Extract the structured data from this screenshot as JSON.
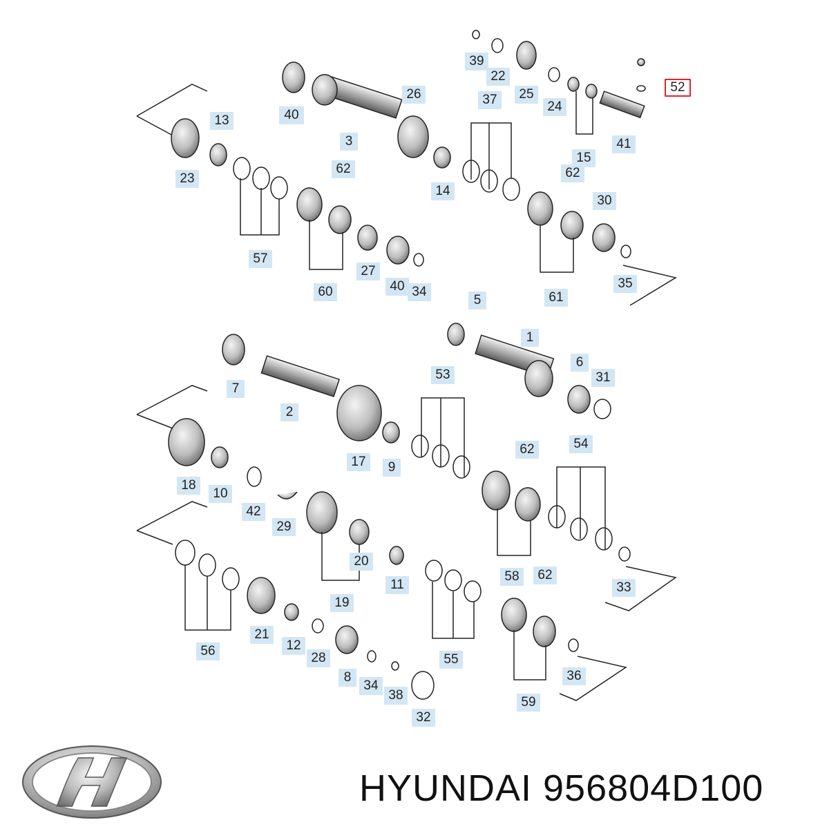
{
  "callouts": {
    "c39": "39",
    "c22": "22",
    "c25": "25",
    "c24": "24",
    "c52": "52",
    "c40a": "40",
    "c3": "3",
    "c26": "26",
    "c37": "37",
    "c41": "41",
    "c15": "15",
    "c13": "13",
    "c23": "23",
    "c62a": "62",
    "c14": "14",
    "c62b": "62",
    "c30": "30",
    "c57": "57",
    "c27": "27",
    "c40b": "40",
    "c34a": "34",
    "c60": "60",
    "c35": "35",
    "c61": "61",
    "c5": "5",
    "c1": "1",
    "c6": "6",
    "c31": "31",
    "c7": "7",
    "c2": "2",
    "c53": "53",
    "c17": "17",
    "c9": "9",
    "c18": "18",
    "c10": "10",
    "c62c": "62",
    "c54": "54",
    "c42": "42",
    "c29": "29",
    "c20": "20",
    "c11": "11",
    "c19": "19",
    "c58": "58",
    "c62d": "62",
    "c33": "33",
    "c21": "21",
    "c56": "56",
    "c12": "12",
    "c28": "28",
    "c8": "8",
    "c34b": "34",
    "c38": "38",
    "c55": "55",
    "c36": "36",
    "c32": "32",
    "c59": "59"
  },
  "highlighted_callout": "52",
  "brand": "HYUNDAI 956804D100",
  "logo": "hyundai-logo",
  "colors": {
    "callout_bg": "#d3e6f3",
    "highlight_border": "#e8202a",
    "line": "#333333"
  }
}
